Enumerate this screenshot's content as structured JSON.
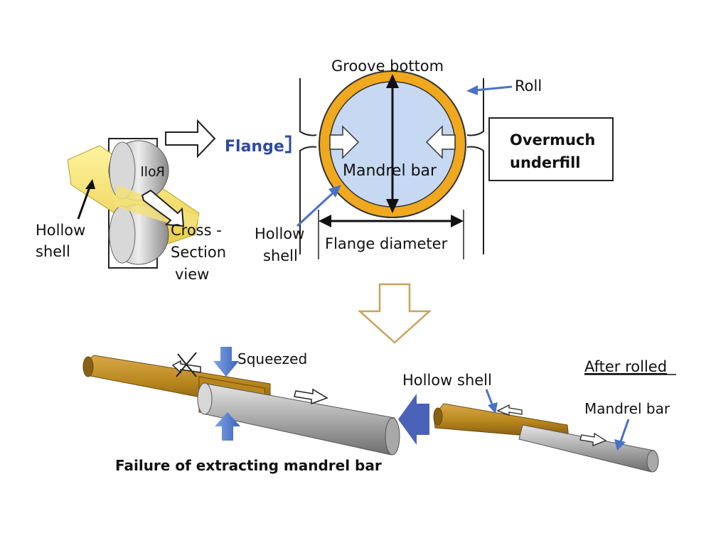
{
  "roll_sketch": {
    "roll_label": "Roll",
    "hollow_shell_line1": "Hollow",
    "hollow_shell_line2": "shell",
    "cross_section_line1": "Cross -",
    "cross_section_line2": "Section",
    "cross_section_line3": "view"
  },
  "cross_section": {
    "groove_bottom": "Groove bottom",
    "roll": "Roll",
    "flange": "Flange",
    "mandrel_bar": "Mandrel bar",
    "hollow_shell_line1": "Hollow",
    "hollow_shell_line2": "shell",
    "flange_diameter": "Flange diameter",
    "underfill_line1": "Overmuch",
    "underfill_line2": "underfill"
  },
  "failure_scene": {
    "squeezed": "Squeezed",
    "caption": "Failure of extracting mandrel bar"
  },
  "after_scene": {
    "title": "After rolled",
    "hollow_shell": "Hollow shell",
    "mandrel_bar": "Mandrel bar"
  },
  "colors": {
    "shell_gold": "#b8861d",
    "ring_gold": "#f0a81e",
    "mandrel_blue": "#c6d8f2",
    "arrow_blue": "#4a72c4",
    "flange_blue": "#2e4aa0",
    "transition_arrow": "#c8a45a"
  }
}
